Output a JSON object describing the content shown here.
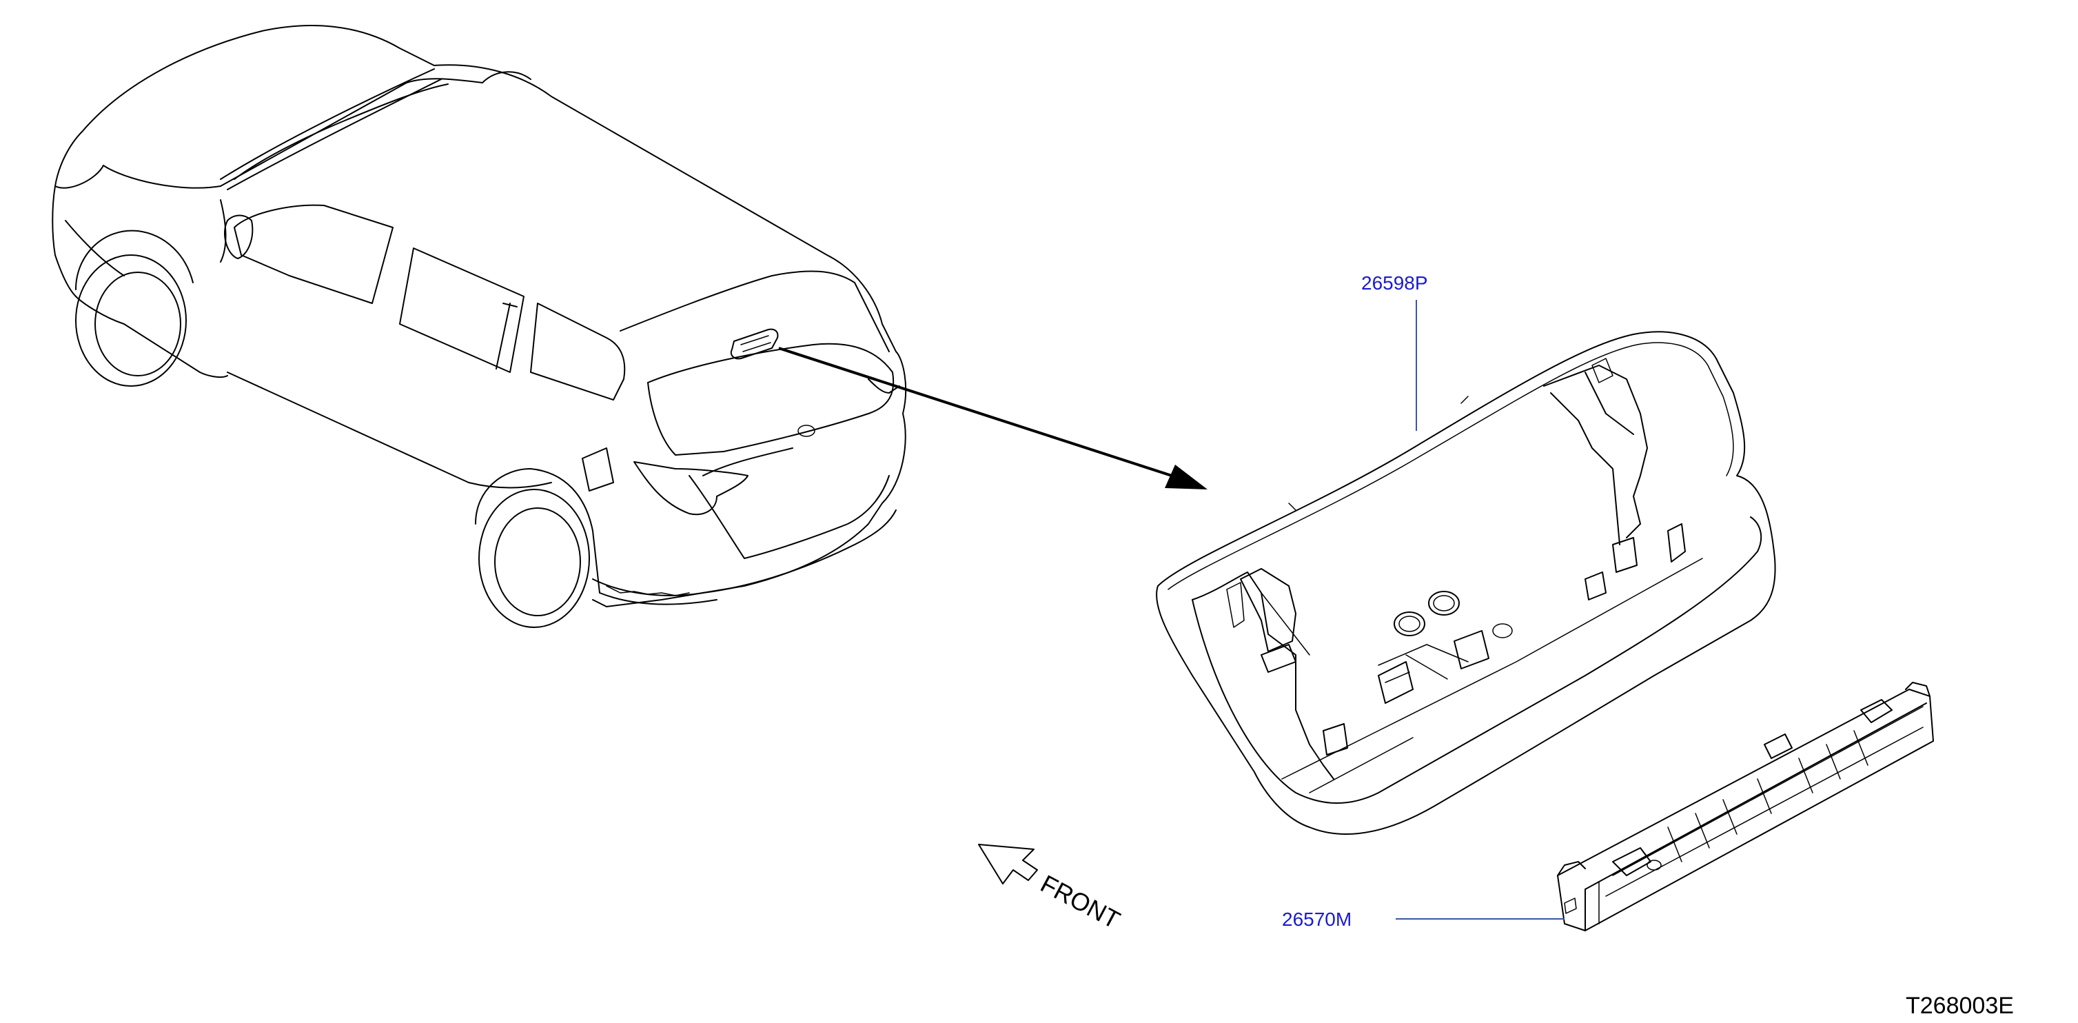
{
  "callouts": {
    "housing_part": "26598P",
    "lamp_part": "26570M"
  },
  "direction_label": "FRONT",
  "diagram_code": "T268003E",
  "colors": {
    "callout_text": "#1a1ad0",
    "leader_line": "#3a56a8",
    "line_art": "#000000"
  },
  "icons": {
    "front_arrow": "outline-arrow-left-up-icon",
    "detail_arrow": "solid-arrow-right-down-icon"
  }
}
